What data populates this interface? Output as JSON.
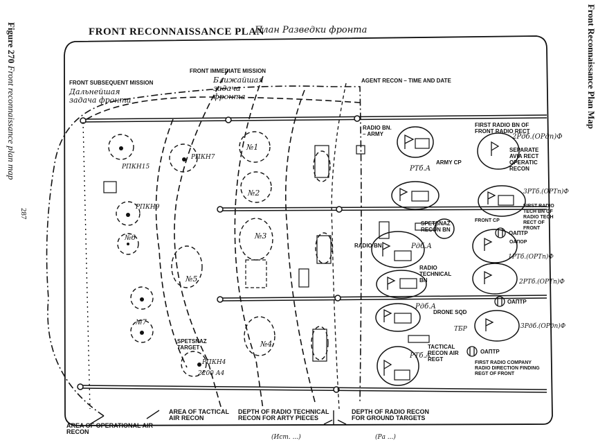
{
  "header": {
    "title": "FRONT RECONNAISSANCE PLAN",
    "title_russian": "План Разведки фронта"
  },
  "sidebar_left": {
    "figure_number": "Figure 270",
    "caption": "Front reconnaissance plan map"
  },
  "sidebar_right": {
    "title": "Front Reconnaissance Plan Map"
  },
  "page_number": "287",
  "top_labels": {
    "subsequent": "FRONT SUBSEQUENT MISSION",
    "subsequent_ru": "Дальнейшая задача фронта",
    "immediate": "FRONT IMMEDIATE MISSION",
    "immediate_ru": "Ближайшая задача фронта",
    "agent": "AGENT RECON – TIME AND DATE"
  },
  "right_labels": {
    "radio_bn_army": "RADIO BN. – ARMY",
    "army_cp": "ARMY CP",
    "first_radio_bn": "FIRST RADIO BN OF FRONT RADIO RECT",
    "separate_avia": "SEPARATE AVIA RECT OPERATIC RECON",
    "first_radio_tech": "FIRST RADIO TECH BN OF RADIO TECH RECT OF FRONT",
    "front_cp": "FRONT CP",
    "spetsnaz_recon": "SPETSNAZ RECON BN",
    "radio_bn": "RADIO BN.",
    "radio_tech_bn": "RADIO TECHNICAL BN",
    "drone_sqd": "DRONE SQD",
    "tactical_recon": "TACTICAL RECON AIR REGT",
    "first_radio_company": "FIRST RADIO COMPANY RADIO DIRECTION FINDING REGT OF FRONT",
    "oaptr_1": "ОАПТР",
    "oaptr_2": "ОАПТР",
    "oaptr_3": "ОАПТР"
  },
  "unit_codes": {
    "r1": "2Рдб.(ОРдп)Ф",
    "r2": "3РТб.(ОРТп)Ф",
    "r3": "1РТб.(ОРТп)Ф",
    "r4": "2РТб.(ОРТп)Ф",
    "r5": "3Рдб.(ОРдп)Ф",
    "rtb_a1": "РТб.А",
    "rtb_a2": "РТб.А",
    "rd_b_a1": "Рдб.А",
    "rd_b_a2": "Рдб.А",
    "tbp": "ТБР",
    "oapr": "ОАПОР"
  },
  "targets": {
    "n1": "№1",
    "n2": "№2",
    "n3": "№3",
    "n4": "№4",
    "n5": "№5",
    "n6": "№6",
    "n7": "№7",
    "spetsnaz_target": "SPETSNAZ TARGET",
    "rpkn15": "РПКН15",
    "rpkn9": "РПКН9",
    "rpkn7": "РПКН7",
    "rpkn4": "РПКН4",
    "r15": "2200 А4"
  },
  "bottom_labels": {
    "operational": "AREA OF OPERATIONAL AIR RECON",
    "tactical": "AREA OF TACTICAL AIR RECON",
    "radio_tech_depth": "DEPTH OF RADIO TECHNICAL RECON FOR ARTY PIECES",
    "radio_depth": "DEPTH OF RADIO RECON FOR GROUND TARGETS"
  },
  "bottom_handwritten": {
    "a": "(Ист. ...)",
    "b": "(Ра ...)"
  }
}
